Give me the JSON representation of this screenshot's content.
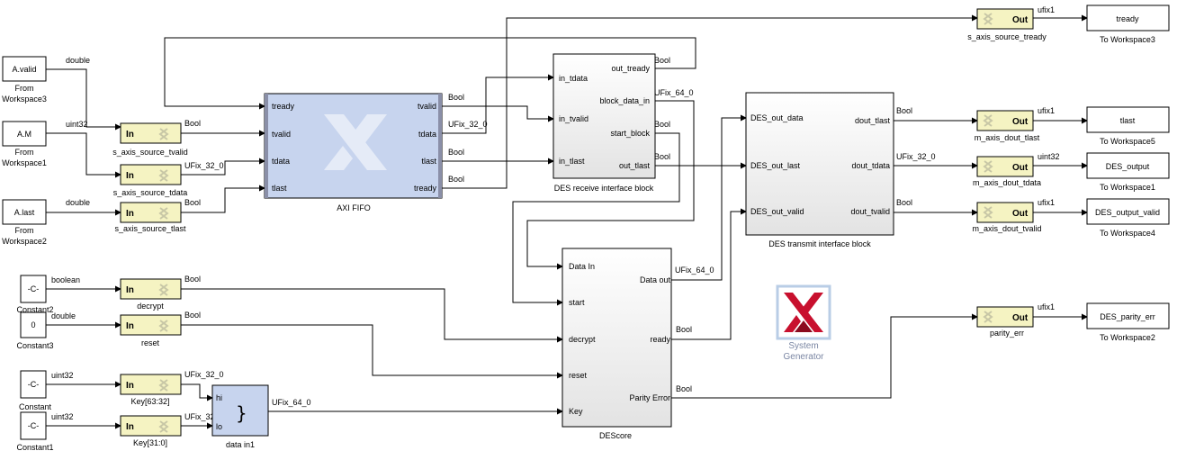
{
  "sources": {
    "a_valid": {
      "label": "A.valid",
      "caption1": "From",
      "caption2": "Workspace3",
      "type": "double"
    },
    "a_m": {
      "label": "A.M",
      "caption1": "From",
      "caption2": "Workspace1",
      "type": "uint32"
    },
    "a_last": {
      "label": "A.last",
      "caption1": "From",
      "caption2": "Workspace2",
      "type": "double"
    },
    "constant2": {
      "label": "-C-",
      "caption": "Constant2",
      "type": "boolean"
    },
    "constant3": {
      "label": "0",
      "caption": "Constant3",
      "type": "double"
    },
    "constant": {
      "label": "-C-",
      "caption": "Constant",
      "type": "uint32"
    },
    "constant1": {
      "label": "-C-",
      "caption": "Constant1",
      "type": "uint32"
    }
  },
  "gateways_in": {
    "tvalid": {
      "label": "In",
      "caption": "s_axis_source_tvalid",
      "out_type": "Bool"
    },
    "tdata": {
      "label": "In",
      "caption": "s_axis_source_tdata",
      "out_type": "UFix_32_0"
    },
    "tlast": {
      "label": "In",
      "caption": "s_axis_source_tlast",
      "out_type": "Bool"
    },
    "decrypt": {
      "label": "In",
      "caption": "decrypt",
      "out_type": "Bool"
    },
    "reset": {
      "label": "In",
      "caption": "reset",
      "out_type": "Bool"
    },
    "key_hi": {
      "label": "In",
      "caption": "Key[63:32]",
      "out_type": "UFix_32_0"
    },
    "key_lo": {
      "label": "In",
      "caption": "Key[31:0]",
      "out_type": "UFix_32_"
    }
  },
  "axi_fifo": {
    "caption": "AXI FIFO",
    "in_ports": [
      "tready",
      "tvalid",
      "tdata",
      "tlast"
    ],
    "out_ports": [
      "tvalid",
      "tdata",
      "tlast",
      "tready"
    ],
    "out_types": [
      "Bool",
      "UFix_32_0",
      "Bool",
      "Bool"
    ]
  },
  "des_receive": {
    "caption": "DES receive interface block",
    "in_ports": [
      "in_tdata",
      "in_tvalid",
      "in_tlast"
    ],
    "out_ports": [
      "out_tready",
      "block_data_in",
      "start_block",
      "out_tlast"
    ],
    "out_types": [
      "Bool",
      "UFix_64_0",
      "Bool",
      "Bool"
    ]
  },
  "des_transmit": {
    "caption": "DES transmit interface block",
    "in_ports": [
      "DES_out_data",
      "DES_out_last",
      "DES_out_valid"
    ],
    "out_ports": [
      "dout_tlast",
      "dout_tdata",
      "dout_tvalid"
    ],
    "out_types": [
      "Bool",
      "UFix_32_0",
      "Bool"
    ]
  },
  "descore": {
    "caption": "DEScore",
    "in_ports": [
      "Data In",
      "start",
      "decrypt",
      "reset",
      "Key"
    ],
    "out_ports": [
      "Data out",
      "ready",
      "Parity Error"
    ],
    "out_types": [
      "UFix_64_0",
      "Bool",
      "Bool"
    ]
  },
  "concat": {
    "caption": "data in1",
    "in_ports": [
      "hi",
      "lo"
    ],
    "symbol": "}",
    "out_type": "UFix_64_0"
  },
  "gateways_out": {
    "tready": {
      "label": "Out",
      "caption": "s_axis_source_tready",
      "out_type": "ufix1"
    },
    "tlast": {
      "label": "Out",
      "caption": "m_axis_dout_tlast",
      "out_type": "ufix1"
    },
    "tdata": {
      "label": "Out",
      "caption": "m_axis_dout_tdata",
      "out_type": "uint32"
    },
    "tvalid": {
      "label": "Out",
      "caption": "m_axis_dout_tvalid",
      "out_type": "ufix1"
    },
    "parity": {
      "label": "Out",
      "caption": "parity_err",
      "out_type": "ufix1"
    }
  },
  "sinks": {
    "tready": {
      "label": "tready",
      "caption": "To Workspace3"
    },
    "tlast": {
      "label": "tlast",
      "caption": "To Workspace5"
    },
    "des_output": {
      "label": "DES_output",
      "caption": "To Workspace1"
    },
    "des_output_valid": {
      "label": "DES_output_valid",
      "caption": "To Workspace4"
    },
    "des_parity_err": {
      "label": "DES_parity_err",
      "caption": "To Workspace2"
    }
  },
  "system_generator": {
    "line1": "System",
    "line2": "Generator"
  },
  "colors": {
    "gateway": "#f5f3c2",
    "xilinx_block": "#c7d4ee",
    "logo_red": "#c8102e",
    "logo_gray": "#7a86a3"
  }
}
